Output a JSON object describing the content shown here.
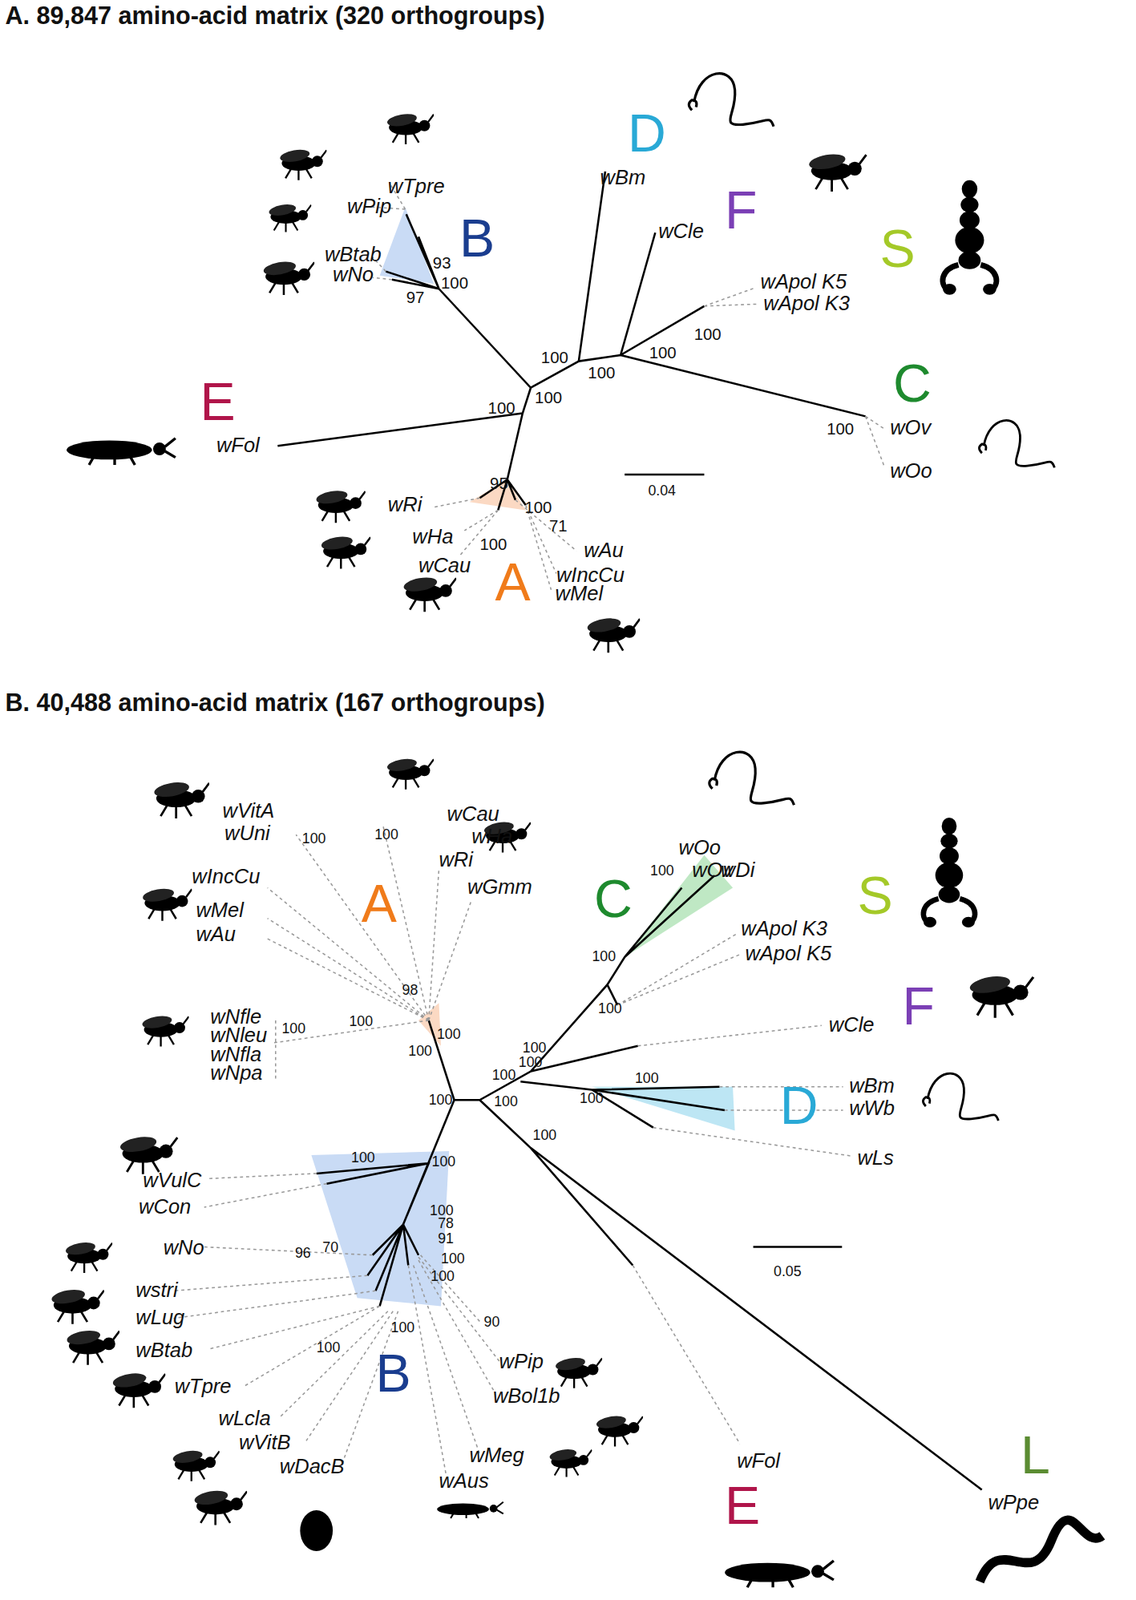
{
  "diagram": {
    "labels": [
      "A. 89,847 amino-acid matrix (320 orthogroups)",
      "D",
      "wBm",
      "F",
      "wCle",
      "S",
      "wApol K5",
      "wApol K3",
      "wTpre",
      "wPip",
      "B",
      "wBtab",
      "wNo",
      "93",
      "100",
      "97",
      "100",
      "100",
      "100",
      "100",
      "C",
      "E",
      "100",
      "100",
      "100",
      "wOv",
      "wFol",
      "wOo",
      "0.04",
      "95",
      "wRi",
      "100",
      "71",
      "wHa",
      "100",
      "wAu",
      "wCau",
      "A",
      "wIncCu",
      "wMel",
      "B. 40,488 amino-acid matrix (167 orthogroups)",
      "wVitA",
      "wUni",
      "100",
      "wCau",
      "wHa",
      "100",
      "wRi",
      "wIncCu",
      "A",
      "wGmm",
      "wOo",
      "wOv",
      "100",
      "wDi",
      "C",
      "S",
      "wMel",
      "wAu",
      "wApol K3",
      "wApol K5",
      "100",
      "98",
      "100",
      "F",
      "wCle",
      "wNfle",
      "100",
      "100",
      "wNleu",
      "100",
      "wNfla",
      "100",
      "100",
      "100",
      "wNpa",
      "100",
      "100",
      "wBm",
      "100",
      "100",
      "100",
      "D",
      "wWb",
      "100",
      "wVulC",
      "100",
      "100",
      "wLs",
      "wCon",
      "100",
      "78",
      "91",
      "wNo",
      "96",
      "70",
      "100",
      "0.05",
      "100",
      "wstri",
      "wLug",
      "90",
      "wBtab",
      "100",
      "B",
      "wTpre",
      "100",
      "wPip",
      "wBol1b",
      "wLcla",
      "wVitB",
      "wMeg",
      "wFol",
      "L",
      "wDacB",
      "wAus",
      "E",
      "wPpe"
    ]
  }
}
